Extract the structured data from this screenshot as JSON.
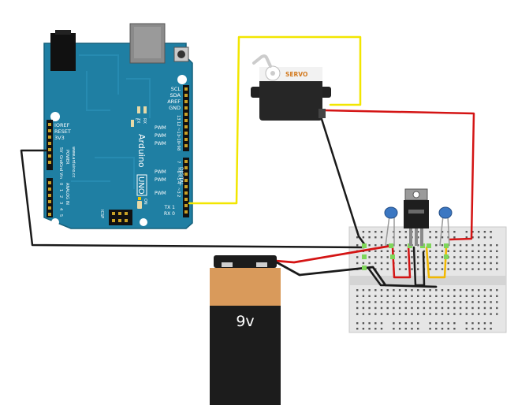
{
  "arduino": {
    "brand": "Arduino",
    "model": "UNO",
    "website": "www.arduino.cc",
    "power_header_labels": [
      "IOREF",
      "RESET",
      "3V3",
      "5V",
      "Gnd",
      "Gnd",
      "Vin"
    ],
    "power_label": "POWER",
    "analog_label": "ANALOG IN",
    "analog_pins": [
      "0",
      "1",
      "2",
      "3",
      "4",
      "5"
    ],
    "i2c_labels": [
      "SCL",
      "SDA",
      "AREF",
      "GND"
    ],
    "digital_label": "DIGITAL",
    "pwm_label": "PWM",
    "tx_label": "TX",
    "rx_label": "RX",
    "led_l": "L",
    "on_label": "ON",
    "icsp_label": "ICSP",
    "digital_pins": [
      "13",
      "12",
      "~11",
      "~10",
      "~9",
      "8",
      "7",
      "~6",
      "~5",
      "4",
      "~3",
      "2",
      "TX 1",
      "RX 0"
    ]
  },
  "servo": {
    "brand": "SERVO"
  },
  "battery": {
    "label": "9v"
  },
  "colors": {
    "board": "#1f7fa3",
    "board_dark": "#16627f",
    "wire_yellow": "#f2e600",
    "wire_red": "#d41414",
    "wire_black": "#1a1a1a",
    "battery_copper": "#d99a5b",
    "battery_body": "#1c1c1c",
    "breadboard": "#e6e6e6",
    "capacitor": "#3b77c2"
  }
}
